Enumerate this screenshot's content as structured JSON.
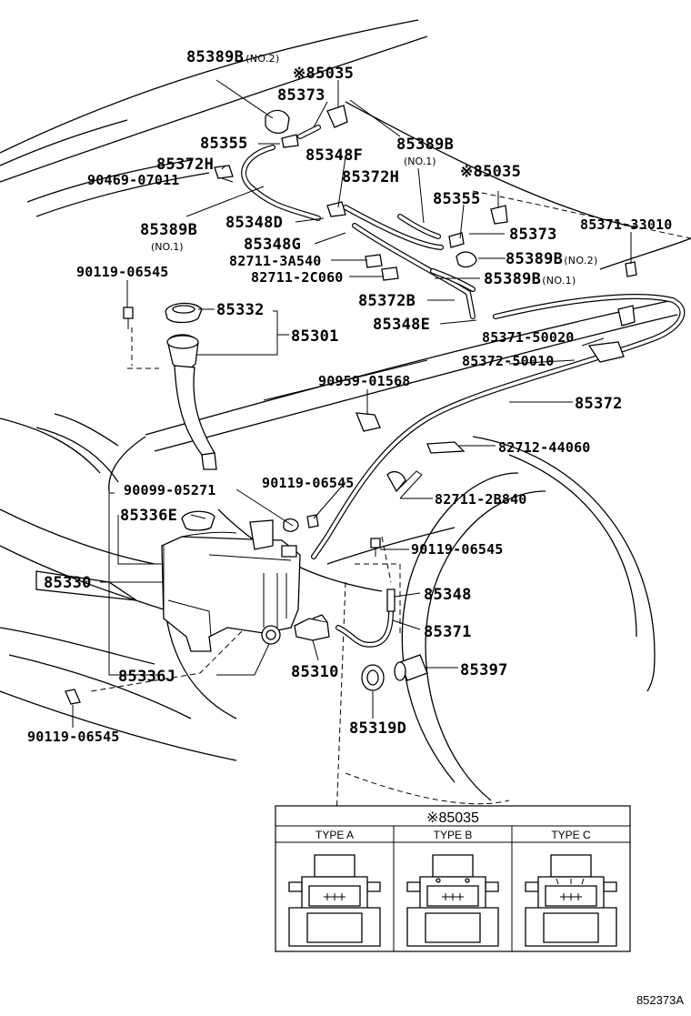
{
  "labels": {
    "p85389B_no2_top": "85389B",
    "p85389B_no2_top_sub": "(NO.2)",
    "p85035_top": "※85035",
    "p85373_top": "85373",
    "p85355_top": "85355",
    "p85372H_left": "85372H",
    "p90469": "90469-07011",
    "p85389B_left": "85389B",
    "p85389B_left_sub": "(NO.1)",
    "p85348F": "85348F",
    "p85372H_mid": "85372H",
    "p85389B_mid": "85389B",
    "p85389B_mid_sub": "(NO.1)",
    "p85035_mid": "※85035",
    "p85355_mid": "85355",
    "p85373_mid": "85373",
    "p85371_33010": "85371-33010",
    "p85348D": "85348D",
    "p85348G": "85348G",
    "p82711_3A540": "82711-3A540",
    "p82711_2C060": "82711-2C060",
    "p85389B_no2_mid": "85389B",
    "p85389B_no2_mid_sub": "(NO.2)",
    "p85389B_no1_mid": "85389B",
    "p85389B_no1_mid_sub": "(NO.1)",
    "p90119_a": "90119-06545",
    "p85332": "85332",
    "p85372B": "85372B",
    "p85301": "85301",
    "p85348E": "85348E",
    "p85371_50020": "85371-50020",
    "p85372_50010": "85372-50010",
    "p90959": "90959-01568",
    "p85372": "85372",
    "p82712": "82712-44060",
    "p90099": "90099-05271",
    "p90119_b": "90119-06545",
    "p82711_2B840": "82711-2B840",
    "p85336E": "85336E",
    "p90119_c": "90119-06545",
    "p85330": "85330",
    "p85348": "85348",
    "p85371": "85371",
    "p85310": "85310",
    "p85397": "85397",
    "p85336J": "85336J",
    "p85319D": "85319D",
    "p90119_d": "90119-06545"
  },
  "table": {
    "title": "※85035",
    "columns": [
      "TYPE A",
      "TYPE B",
      "TYPE C"
    ]
  },
  "diagram_code": "852373A"
}
